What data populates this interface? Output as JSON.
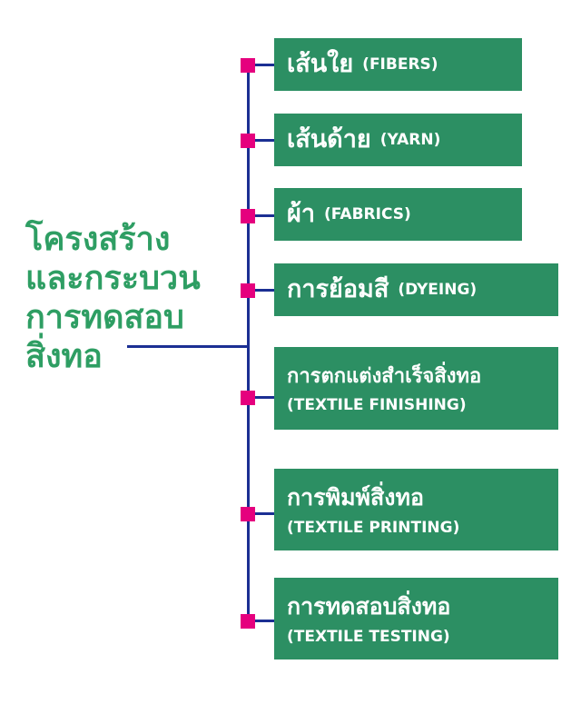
{
  "colors": {
    "accent": "#2e9e63",
    "box": "#2c8f63",
    "connector": "#1b2f93",
    "marker": "#e5007e"
  },
  "title": {
    "lines": [
      "โครงสร้าง",
      "และกระบวน",
      "การทดสอบ",
      "สิ่งทอ"
    ]
  },
  "items": [
    {
      "main": "เส้นใย",
      "sub": "(FIBERS)"
    },
    {
      "main": "เส้นด้าย",
      "sub": "(YARN)"
    },
    {
      "main": "ผ้า",
      "sub": "(FABRICS)"
    },
    {
      "main": "การย้อมสี",
      "sub": "(DYEING)"
    },
    {
      "main": "การตกแต่งสำเร็จสิ่งทอ",
      "sub": "(TEXTILE FINISHING)"
    },
    {
      "main": "การพิมพ์สิ่งทอ",
      "sub": "(TEXTILE PRINTING)"
    },
    {
      "main": "การทดสอบสิ่งทอ",
      "sub": "(TEXTILE TESTING)"
    }
  ]
}
